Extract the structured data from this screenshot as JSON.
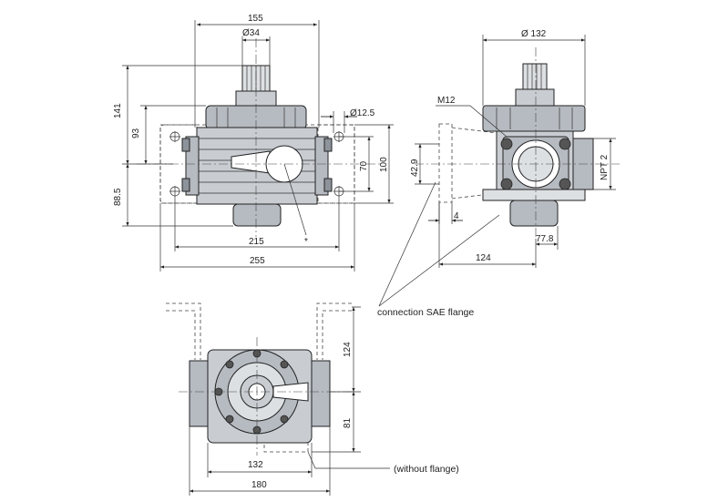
{
  "dimensions": {
    "top_width": "155",
    "shaft_dia": "Ø34",
    "bolt_dia": "Ø12.5",
    "height_141": "141",
    "height_93": "93",
    "height_885": "88.5",
    "height_100": "100",
    "height_70": "70",
    "width_215": "215",
    "width_255": "255",
    "side_dia": "Ø 132",
    "side_m12": "M12",
    "side_429": "42.9",
    "side_npt": "NPT 2",
    "side_4": "4",
    "side_778": "77.8",
    "side_124": "124",
    "bottom_124": "124",
    "bottom_81": "81",
    "bottom_132": "132",
    "bottom_180": "180",
    "asterisk": "*"
  },
  "notes": {
    "connection": "connection SAE flange",
    "without_flange": "(without flange)"
  }
}
